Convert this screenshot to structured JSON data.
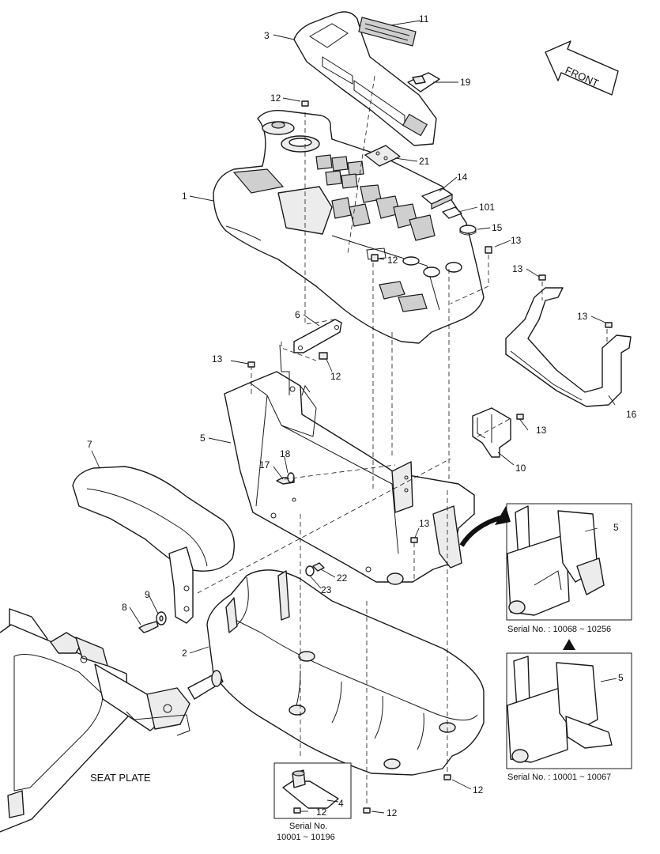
{
  "callouts": {
    "c1": "1",
    "c2": "2",
    "c3": "3",
    "c4": "4",
    "c5": "5",
    "c5b": "5",
    "c5c": "5",
    "c6": "6",
    "c7": "7",
    "c8": "8",
    "c9": "9",
    "c10": "10",
    "c11": "11",
    "c12a": "12",
    "c12b": "12",
    "c12c": "12",
    "c12d": "12",
    "c12e": "12",
    "c12f": "12",
    "c13a": "13",
    "c13b": "13",
    "c13c": "13",
    "c13d": "13",
    "c13e": "13",
    "c13f": "13",
    "c14": "14",
    "c15": "15",
    "c16": "16",
    "c17": "17",
    "c18": "18",
    "c19": "19",
    "c21": "21",
    "c22": "22",
    "c23": "23",
    "c101": "101"
  },
  "labels": {
    "front": "FRONT",
    "seat_plate": "SEAT PLATE"
  },
  "insets": {
    "upper_serial": "Serial No. : 10068 ~ 10256",
    "lower_serial": "Serial No. : 10001 ~ 10067",
    "bottom_serial_title": "Serial No.",
    "bottom_serial_range": "10001 ~ 10196"
  },
  "colors": {
    "line": "#1a1a1a",
    "fill_light": "#ececec",
    "fill_dark": "#cfcfcf",
    "background": "#ffffff"
  }
}
